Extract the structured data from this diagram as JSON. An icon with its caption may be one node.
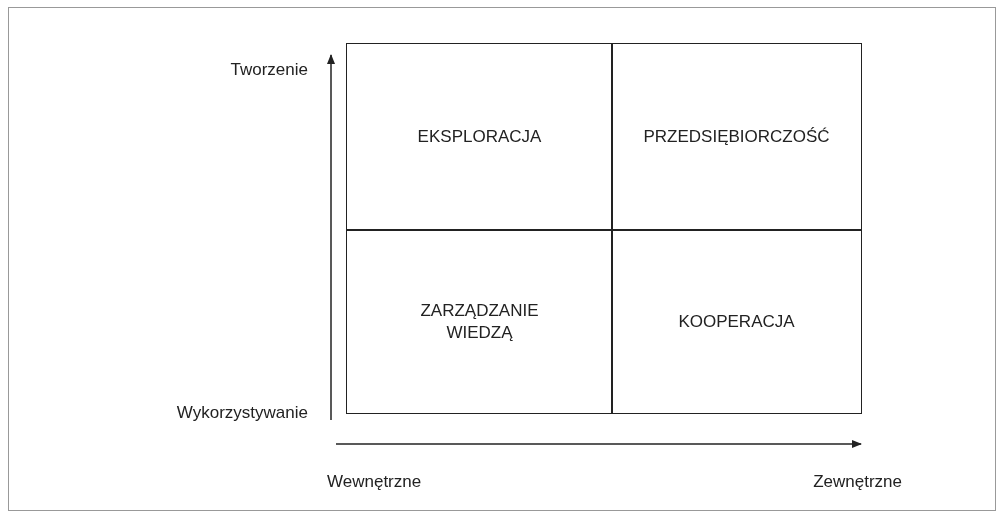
{
  "diagram": {
    "nodes": [
      {
        "text": [
          "EKSPLORACJA"
        ]
      },
      {
        "text": [
          "PRZEDSIĘBIORCZOŚĆ"
        ]
      },
      {
        "text": [
          "ZARZĄDZANIE WIEDZĄ"
        ]
      },
      {
        "text": [
          "KOOPERACJA"
        ]
      }
    ],
    "edges": [],
    "labels": [
      "Tworzenie",
      "Wykorzystywanie",
      "Wewnętrzne",
      "Zewnętrzne"
    ]
  }
}
